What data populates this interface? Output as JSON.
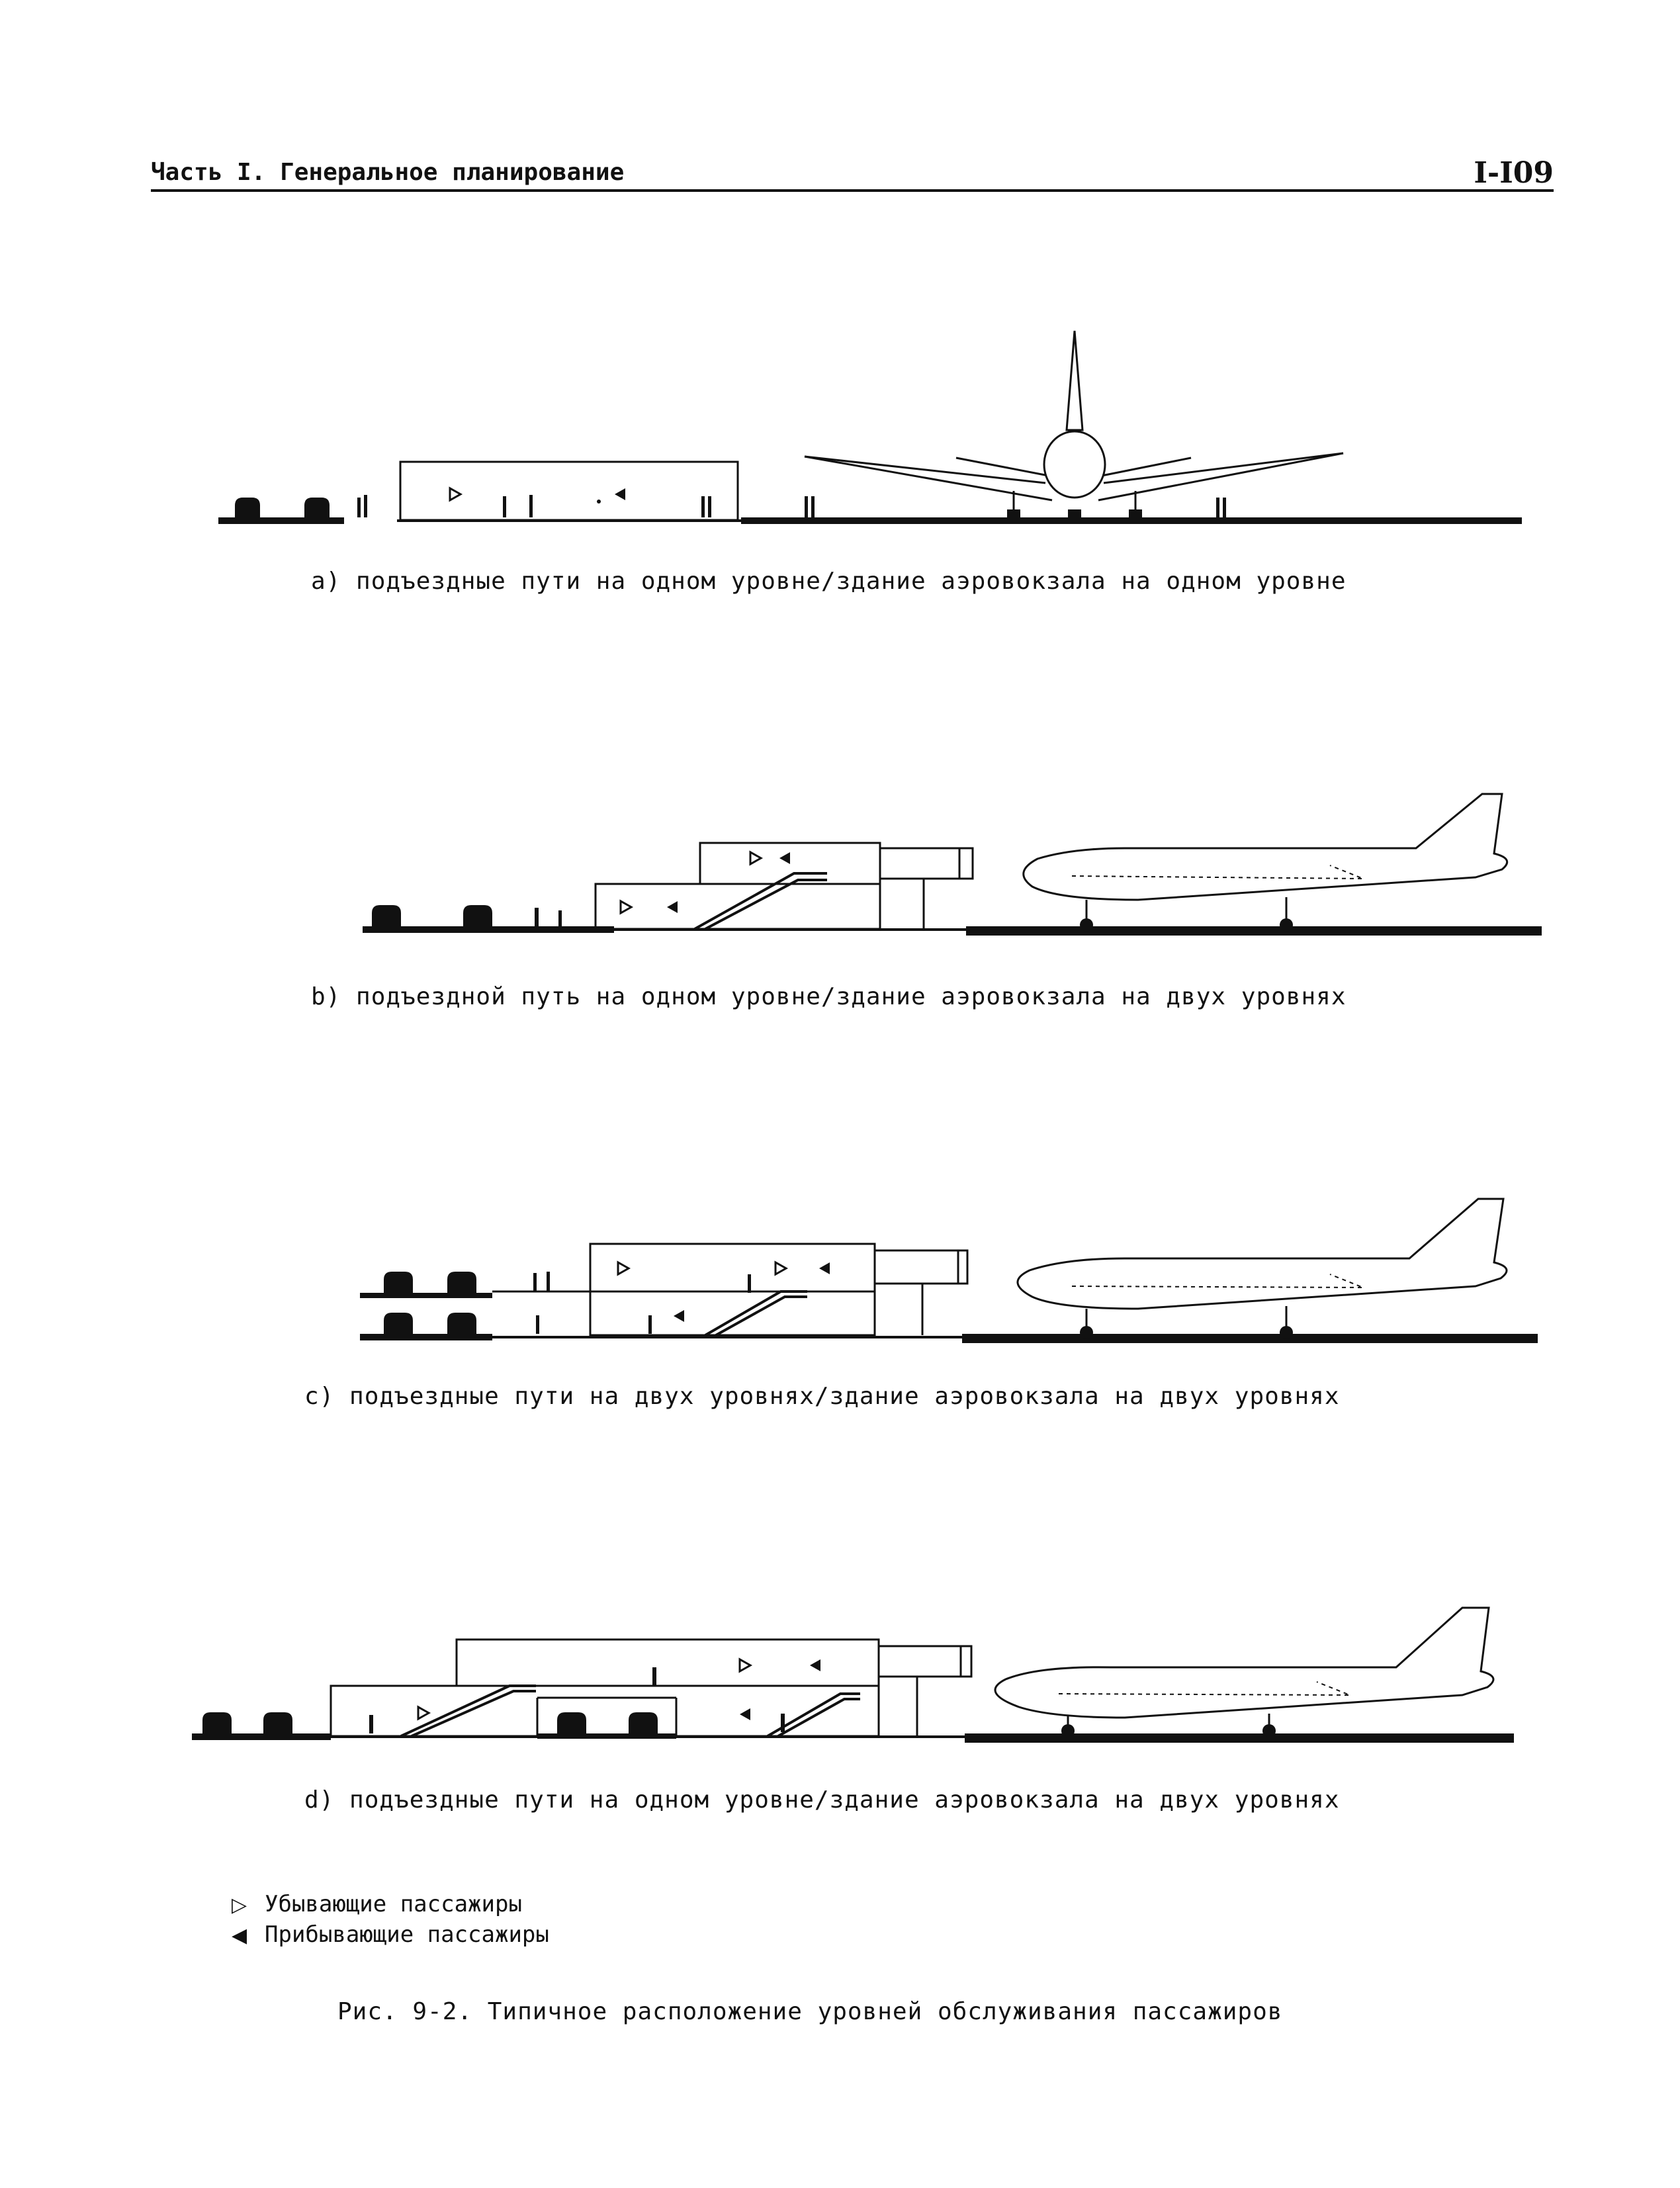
{
  "header": {
    "section": "Часть I. Генеральное планирование",
    "page": "I-I09"
  },
  "diagrams": {
    "a": {
      "caption": "a) подъездные пути на одном уровне/здание аэровокзала на одном уровне"
    },
    "b": {
      "caption": "b) подъездной путь на одном уровне/здание аэровокзала на двух уровнях"
    },
    "c": {
      "caption": "c) подъездные пути на двух уровнях/здание аэровокзала на двух уровнях"
    },
    "d": {
      "caption": "d) подъездные пути на одном уровне/здание аэровокзала на двух уровнях"
    }
  },
  "legend": {
    "departing": {
      "symbol": "▷",
      "label": "Убывающие пассажиры"
    },
    "arriving": {
      "symbol": "◀",
      "label": "Прибывающие пассажиры"
    }
  },
  "figure_caption": "Рис. 9-2. Типичное расположение уровней обслуживания пассажиров"
}
